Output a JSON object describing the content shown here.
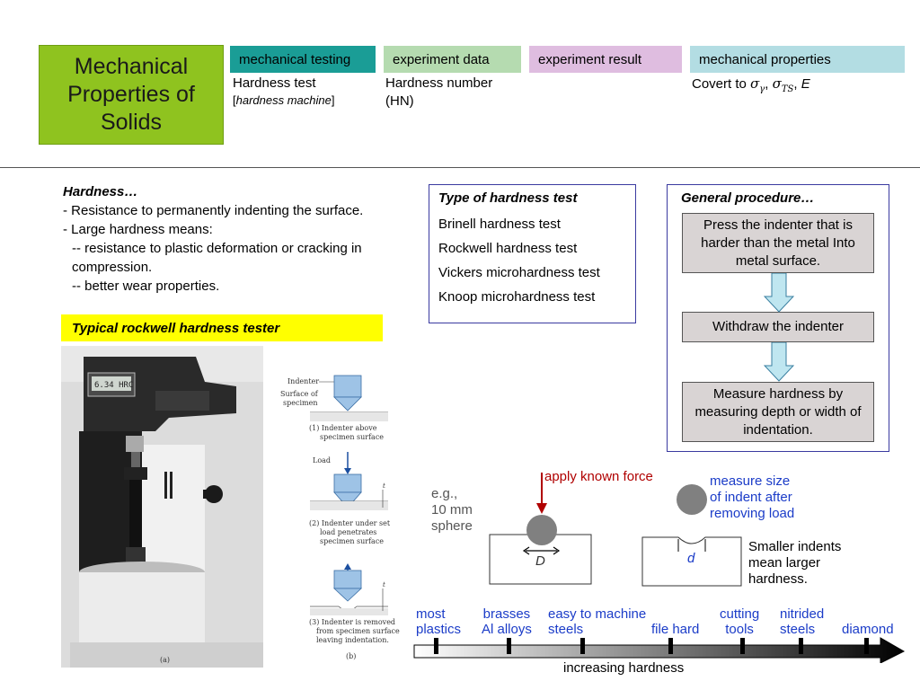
{
  "title": "Mechanical Properties of Solids",
  "header": {
    "tabs": [
      {
        "label": "mechanical testing"
      },
      {
        "label": "experiment data"
      },
      {
        "label": "experiment result"
      },
      {
        "label": "mechanical properties"
      }
    ],
    "testing_sub": "Hardness test",
    "testing_sub2": "hardness machine",
    "data_sub": "Hardness number (HN)",
    "properties_sub": "Covert to"
  },
  "hardness": {
    "heading": "Hardness…",
    "lines": [
      "- Resistance to permanently indenting the surface.",
      "- Large hardness means:",
      "-- resistance to plastic deformation or cracking in compression.",
      "-- better wear properties."
    ]
  },
  "tester_label": "Typical rockwell hardness tester",
  "schematic": {
    "indenter": "Indenter",
    "surface": "Surface of specimen",
    "cap1": [
      "(1) Indenter above",
      "specimen surface"
    ],
    "load": "Load",
    "cap2": [
      "(2) Indenter under set",
      "load penetrates",
      "specimen surface"
    ],
    "cap3": [
      "(3) Indenter is removed",
      "from specimen surface",
      "leaving indentation."
    ],
    "a": "(a)",
    "b": "(b)",
    "display": "6.34 HRC"
  },
  "types": {
    "heading": "Type of hardness test",
    "items": [
      "Brinell hardness test",
      "Rockwell hardness test",
      "Vickers microhardness test",
      "Knoop microhardness test"
    ]
  },
  "procedure": {
    "heading": "General procedure…",
    "steps": [
      "Press the indenter that is harder than the metal Into metal surface.",
      "Withdraw the indenter",
      "Measure hardness by measuring depth or width of indentation."
    ]
  },
  "indent": {
    "eg": [
      "e.g.,",
      "10 mm",
      "sphere"
    ],
    "force": "apply known force",
    "measure": [
      "measure size",
      "of indent after",
      "removing load"
    ],
    "D": "D",
    "d": "d",
    "smaller": [
      "Smaller indents",
      "mean larger",
      "hardness."
    ]
  },
  "scale": {
    "labels": [
      {
        "text": [
          "most",
          "plastics"
        ]
      },
      {
        "text": [
          "brasses",
          "Al alloys"
        ]
      },
      {
        "text": [
          "easy to machine",
          "steels"
        ]
      },
      {
        "text": [
          "file hard"
        ]
      },
      {
        "text": [
          "cutting",
          "tools"
        ]
      },
      {
        "text": [
          "nitrided",
          "steels"
        ]
      },
      {
        "text": [
          "diamond"
        ]
      }
    ],
    "axis_label": "increasing hardness"
  },
  "colors": {
    "title_bg": "#8fc31f",
    "tab1": "#1a9d96",
    "tab2": "#b5dbb0",
    "tab3": "#dfbde0",
    "tab4": "#b3dde3",
    "highlight": "#ffff00",
    "force_arrow": "#b00000",
    "label_blue": "#1b3cc8"
  }
}
